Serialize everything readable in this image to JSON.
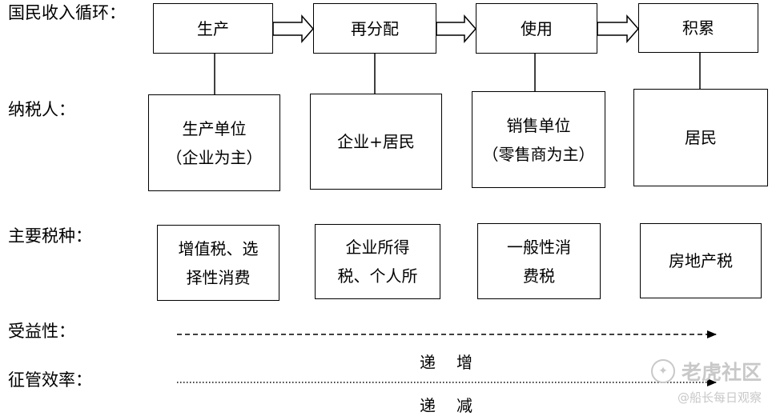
{
  "row_labels": {
    "cycle": "国民收入循环：",
    "taxpayer": "纳税人：",
    "tax_type": "主要税种：",
    "benefit": "受益性：",
    "efficiency": "征管效率："
  },
  "cycle_stages": [
    "生产",
    "再分配",
    "使用",
    "积累"
  ],
  "taxpayers": [
    {
      "line1": "生产单位",
      "line2": "（企业为主）"
    },
    {
      "line1": "企业+居民",
      "line2": ""
    },
    {
      "line1": "销售单位",
      "line2": "（零售商为主）"
    },
    {
      "line1": "居民",
      "line2": ""
    }
  ],
  "tax_types": [
    {
      "line1": "增值税、选",
      "line2": "择性消费"
    },
    {
      "line1": "企业所得",
      "line2": "税、个人所"
    },
    {
      "line1": "一般性消",
      "line2": "费税"
    },
    {
      "line1": "房地产税",
      "line2": ""
    }
  ],
  "trends": {
    "benefit": "递增",
    "efficiency": "递减"
  },
  "watermark": {
    "main": "老虎社区",
    "sub": "@船长每日观察",
    "logo_icon": "tiger-logo-icon"
  }
}
